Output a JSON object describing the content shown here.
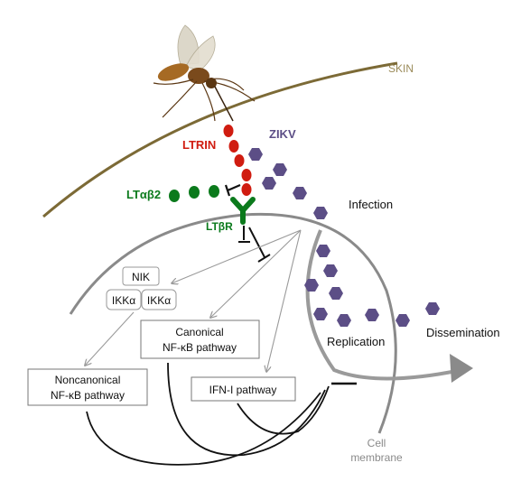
{
  "labels": {
    "skin": "SKIN",
    "zikv": "ZIKV",
    "ltrin": "LTRIN",
    "lta_b2": "LTαβ2",
    "ltbr": "LTβR",
    "infection": "Infection",
    "nik": "NIK",
    "ikka_1": "IKKα",
    "ikka_2": "IKKα",
    "canonical_line1": "Canonical",
    "canonical_line2": "NF-κB pathway",
    "noncanonical_line1": "Noncanonical",
    "noncanonical_line2": "NF-κB pathway",
    "ifn": "IFN-I pathway",
    "replication": "Replication",
    "dissemination": "Dissemination",
    "cell_line1": "Cell",
    "cell_line2": "membrane"
  },
  "colors": {
    "skin": "#7c6a36",
    "virus": "#5c4e86",
    "ltrin": "#d01c10",
    "lta": "#0b7a1c",
    "membrane": "#8a8a8a",
    "arrow": "#9a9a9a",
    "line": "#111111"
  },
  "icons": [
    "mosquito-icon",
    "virus-particle-icon",
    "receptor-y-icon",
    "inhibition-bar-icon",
    "arrow-head-icon"
  ]
}
